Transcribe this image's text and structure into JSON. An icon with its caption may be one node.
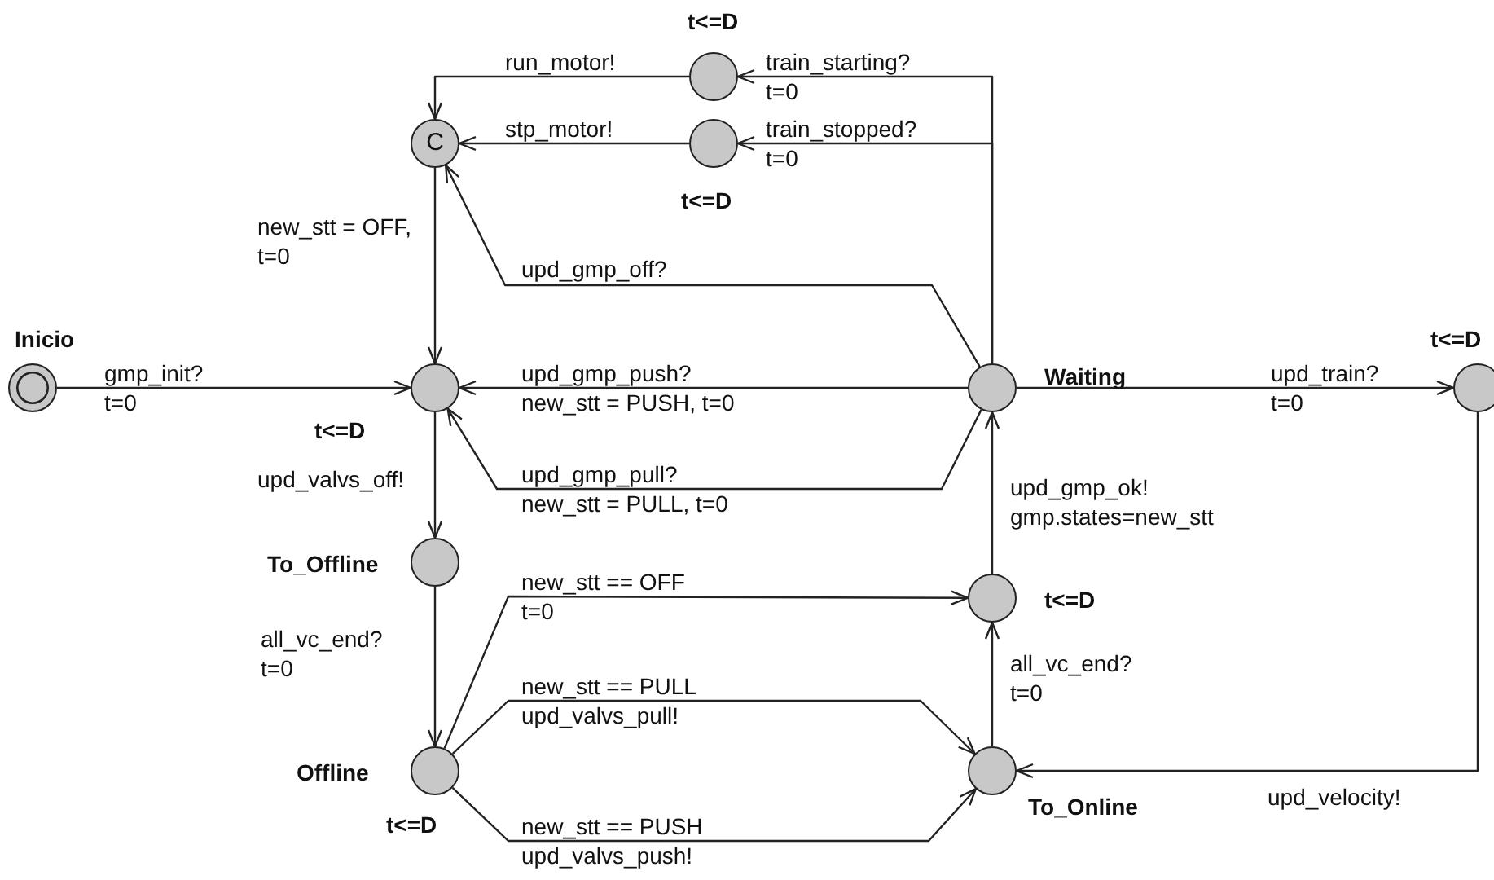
{
  "diagram": {
    "nodes": [
      {
        "text": [
          "Inicio"
        ]
      },
      {
        "text": [
          "C"
        ]
      },
      {
        "text": [
          "t<=D"
        ]
      },
      {
        "text": [
          "t<=D"
        ]
      },
      {
        "text": [
          "t<=D"
        ]
      },
      {
        "text": [
          "Waiting"
        ]
      },
      {
        "text": [
          "t<=D"
        ]
      },
      {
        "text": [
          "To_Offline"
        ]
      },
      {
        "text": [
          "t<=D"
        ]
      },
      {
        "text": [
          "Offline",
          "t<=D"
        ]
      },
      {
        "text": [
          "To_Online"
        ]
      }
    ],
    "edges": [
      {
        "from": 0,
        "to": 4,
        "arrow": "to",
        "label": "gmp_init? t=0"
      },
      {
        "from": 1,
        "to": 4,
        "arrow": "to",
        "label": "new_stt = OFF, t=0"
      },
      {
        "from": 4,
        "to": 7,
        "arrow": "to",
        "label": "upd_valvs_off!"
      },
      {
        "from": 7,
        "to": 9,
        "arrow": "to",
        "label": "all_vc_end? t=0"
      },
      {
        "from": 5,
        "to": 2,
        "arrow": "to",
        "label": "train_starting? t=0"
      },
      {
        "from": 2,
        "to": 1,
        "arrow": "to",
        "label": "run_motor!"
      },
      {
        "from": 5,
        "to": 3,
        "arrow": "to",
        "label": "train_stopped? t=0"
      },
      {
        "from": 3,
        "to": 1,
        "arrow": "to",
        "label": "stp_motor!"
      },
      {
        "from": 5,
        "to": 1,
        "arrow": "to",
        "label": "upd_gmp_off?"
      },
      {
        "from": 5,
        "to": 4,
        "arrow": "to",
        "label": "upd_gmp_push? new_stt = PUSH, t=0"
      },
      {
        "from": 5,
        "to": 4,
        "arrow": "to",
        "label": "upd_gmp_pull? new_stt = PULL, t=0"
      },
      {
        "from": 5,
        "to": 6,
        "arrow": "to",
        "label": "upd_train? t=0"
      },
      {
        "from": 6,
        "to": 10,
        "arrow": "to",
        "label": "upd_velocity!"
      },
      {
        "from": 10,
        "to": 8,
        "arrow": "to",
        "label": "all_vc_end? t=0"
      },
      {
        "from": 8,
        "to": 5,
        "arrow": "to",
        "label": "upd_gmp_ok! gmp.states=new_stt"
      },
      {
        "from": 9,
        "to": 8,
        "arrow": "to",
        "label": "new_stt == OFF t=0"
      },
      {
        "from": 9,
        "to": 10,
        "arrow": "to",
        "label": "new_stt == PULL upd_valvs_pull!"
      },
      {
        "from": 9,
        "to": 10,
        "arrow": "to",
        "label": "new_stt == PUSH upd_valvs_push!"
      }
    ]
  }
}
